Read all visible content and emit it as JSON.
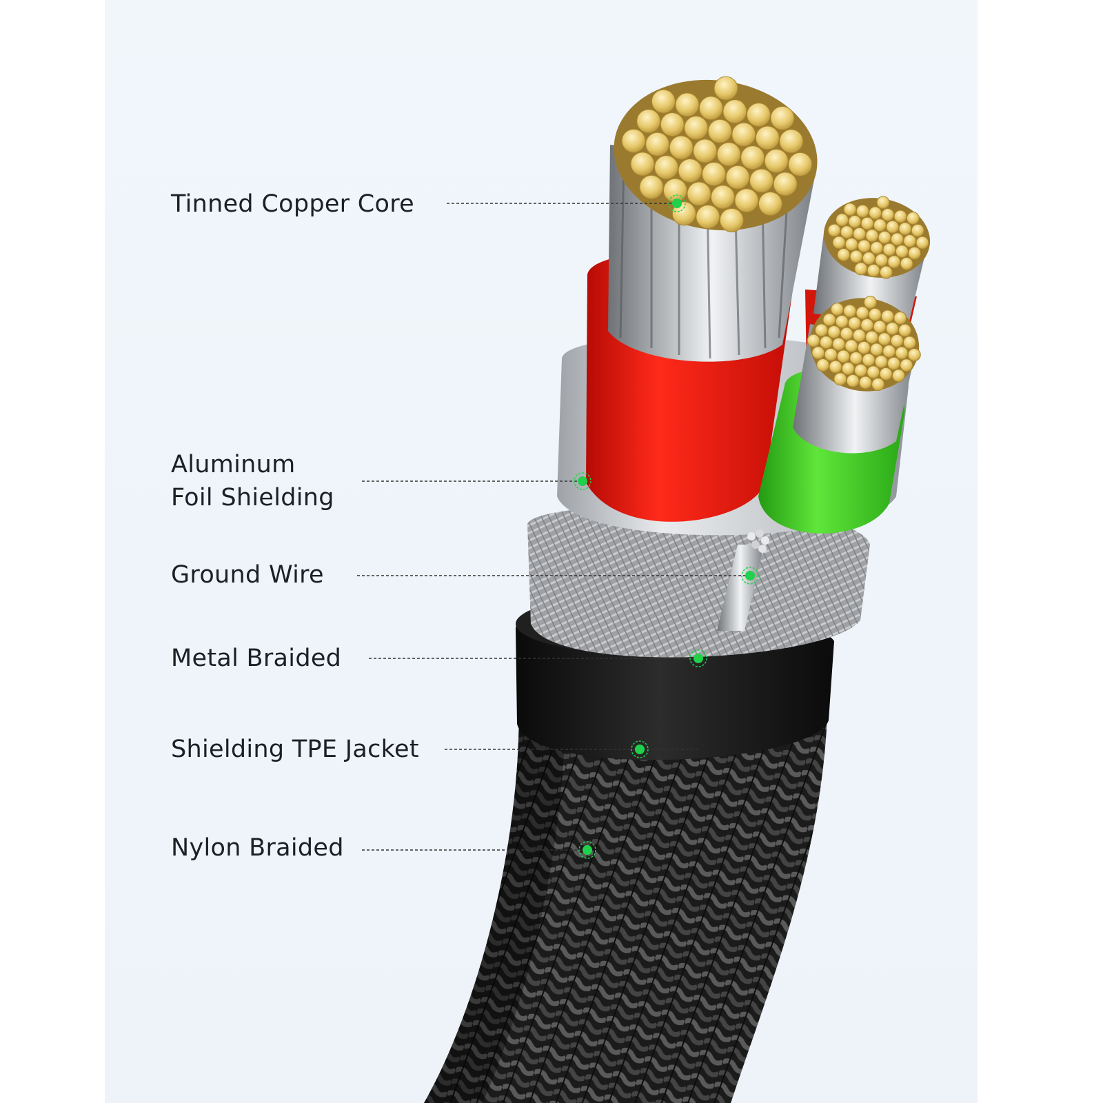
{
  "colors": {
    "background_panel": "#eef4fa",
    "leader_line": "#333333",
    "marker": "#1fd14b",
    "red_insulation": "#e3120b",
    "green_insulation": "#34c21c",
    "copper": "#e8cf7a",
    "foil": "#c9ccd0",
    "tpe_jacket": "#141414",
    "nylon_braid": "#2a2a2a"
  },
  "labels": [
    {
      "id": "tinned-copper-core",
      "lines": [
        "Tinned Copper Core"
      ]
    },
    {
      "id": "aluminum-foil-shielding",
      "lines": [
        "Aluminum",
        "Foil Shielding"
      ]
    },
    {
      "id": "ground-wire",
      "lines": [
        "Ground Wire"
      ]
    },
    {
      "id": "metal-braided",
      "lines": [
        "Metal Braided"
      ]
    },
    {
      "id": "shielding-tpe-jacket",
      "lines": [
        "Shielding TPE Jacket"
      ]
    },
    {
      "id": "nylon-braided",
      "lines": [
        "Nylon Braided"
      ]
    }
  ]
}
